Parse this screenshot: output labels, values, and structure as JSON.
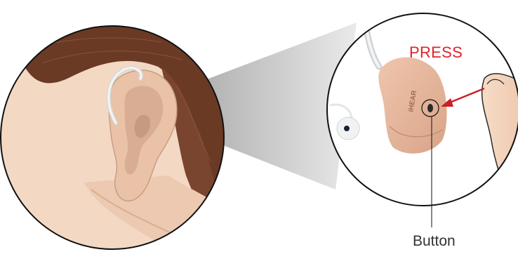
{
  "diagram": {
    "press_label": "PRESS",
    "button_label": "Button",
    "device_brand": "iHEAR"
  },
  "colors": {
    "press_text": "#e32228",
    "arrow": "#cc1f25",
    "skin": "#f1d5c0",
    "hair": "#6b3a26",
    "device": "#e7b9a0"
  }
}
